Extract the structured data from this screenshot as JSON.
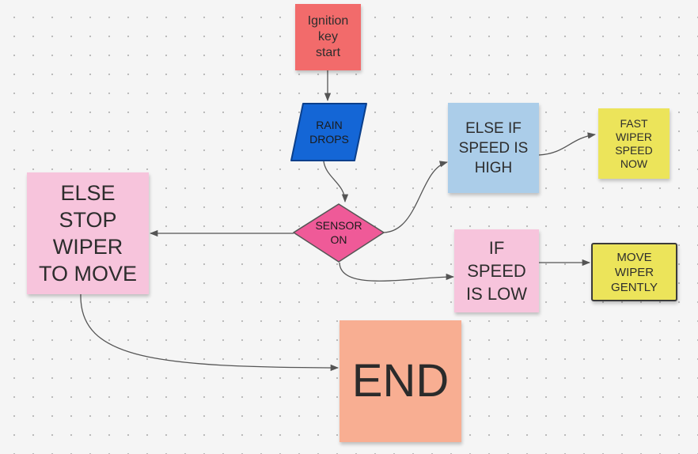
{
  "nodes": {
    "ignition": {
      "label": "Ignition\nkey\nstart",
      "color": "#f26b6b"
    },
    "rain_drops": {
      "label": "RAIN\nDROPS",
      "color": "#1466d6"
    },
    "sensor_on": {
      "label": "SENSOR\nON",
      "color": "#ef5a98"
    },
    "else_if_high": {
      "label": "ELSE IF\nSPEED IS\nHIGH",
      "color": "#abcde9"
    },
    "fast_wiper": {
      "label": "FAST\nWIPER\nSPEED\nNOW",
      "color": "#ece45a"
    },
    "if_low": {
      "label": "IF\nSPEED\nIS LOW",
      "color": "#f7c4dc"
    },
    "move_gently": {
      "label": "MOVE\nWIPER\nGENTLY",
      "color": "#ece45a"
    },
    "else_stop": {
      "label": "ELSE\nSTOP\nWIPER\nTO MOVE",
      "color": "#f7c4dc"
    },
    "end": {
      "label": "END",
      "color": "#f8ae92"
    }
  },
  "connectors": {
    "color": "#555555"
  }
}
